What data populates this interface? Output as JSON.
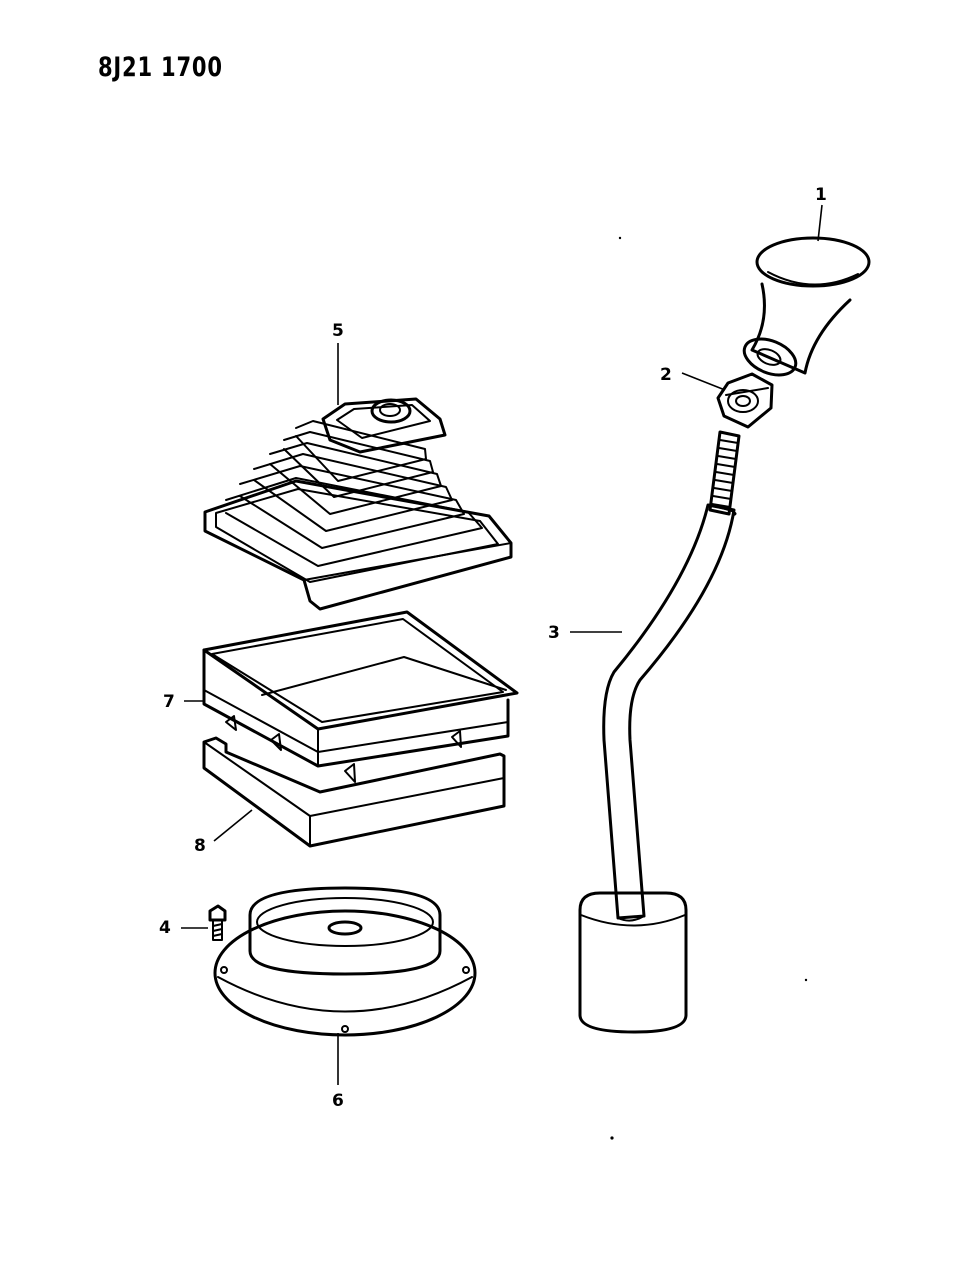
{
  "document_id": "8J21 1700",
  "callouts": [
    "1",
    "2",
    "3",
    "4",
    "5",
    "6",
    "7",
    "8"
  ]
}
